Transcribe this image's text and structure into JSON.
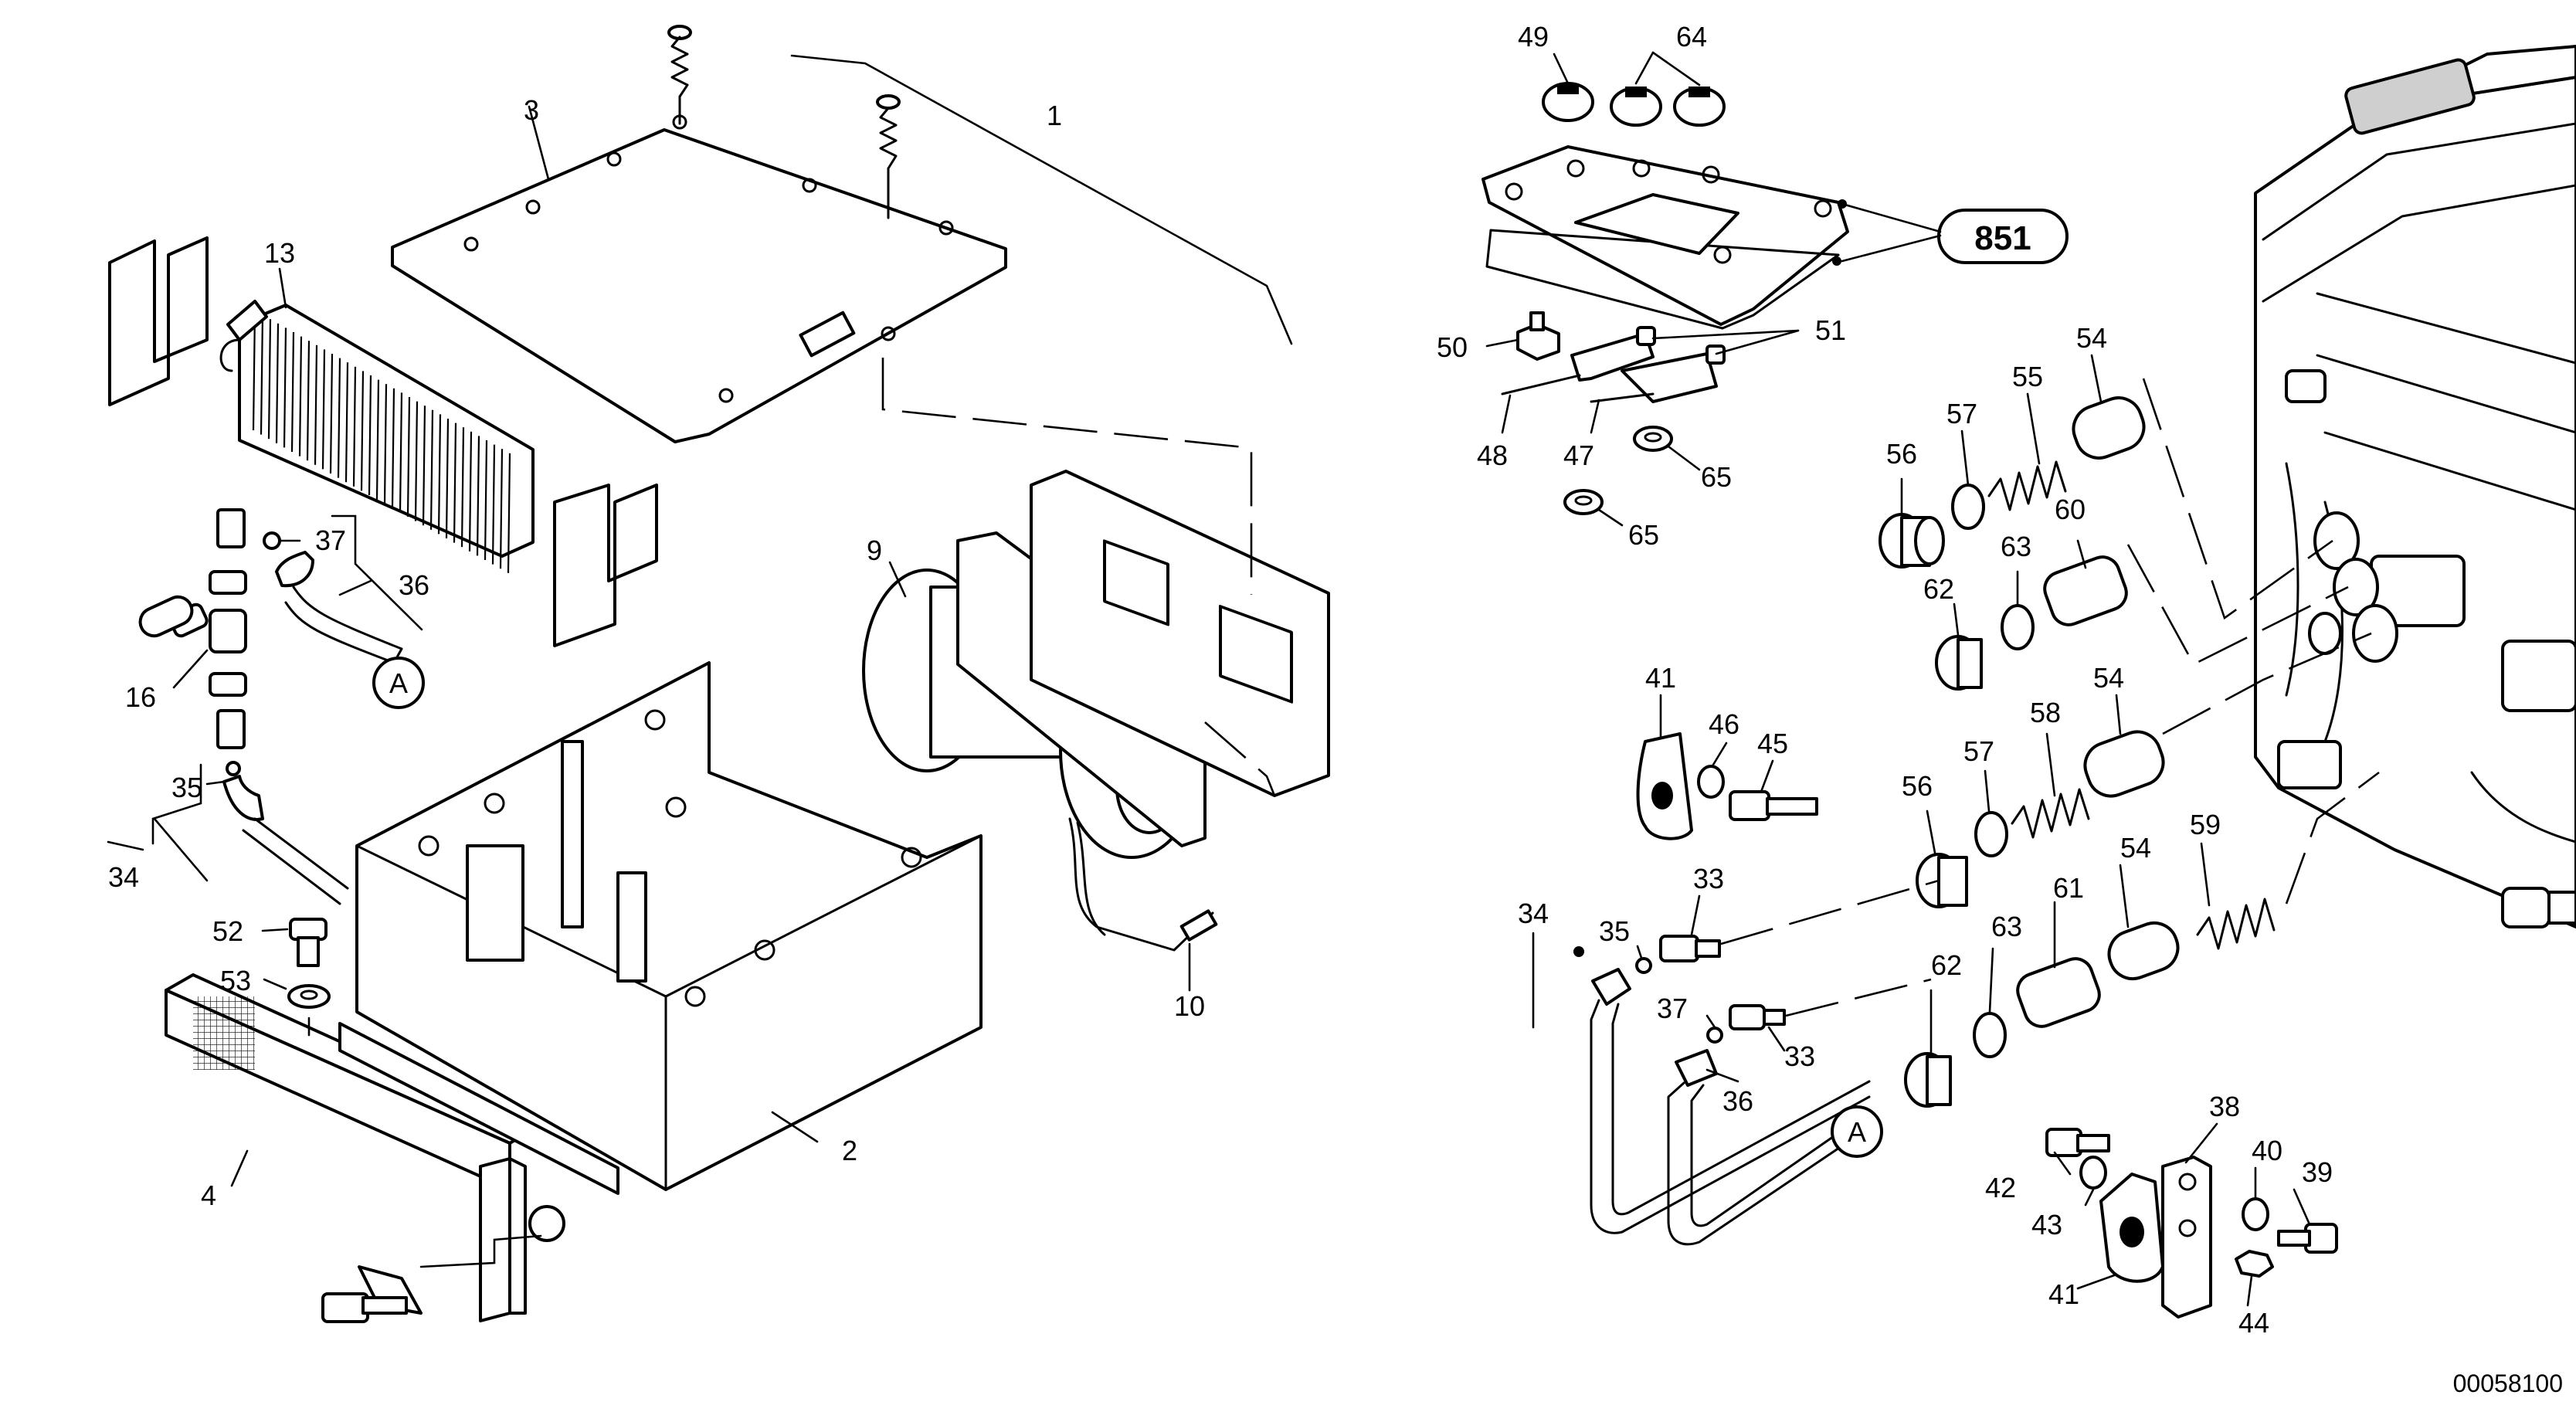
{
  "drawing_number": "00058100",
  "reference_badge": "851",
  "connector_marker": "A",
  "part_labels": [
    "1",
    "2",
    "3",
    "4",
    "9",
    "10",
    "13",
    "16",
    "34",
    "35",
    "36",
    "37",
    "52",
    "53",
    "33",
    "38",
    "39",
    "40",
    "41",
    "42",
    "43",
    "44",
    "45",
    "46",
    "47",
    "48",
    "49",
    "50",
    "51",
    "54",
    "55",
    "56",
    "57",
    "58",
    "59",
    "60",
    "61",
    "62",
    "63",
    "64",
    "65"
  ]
}
